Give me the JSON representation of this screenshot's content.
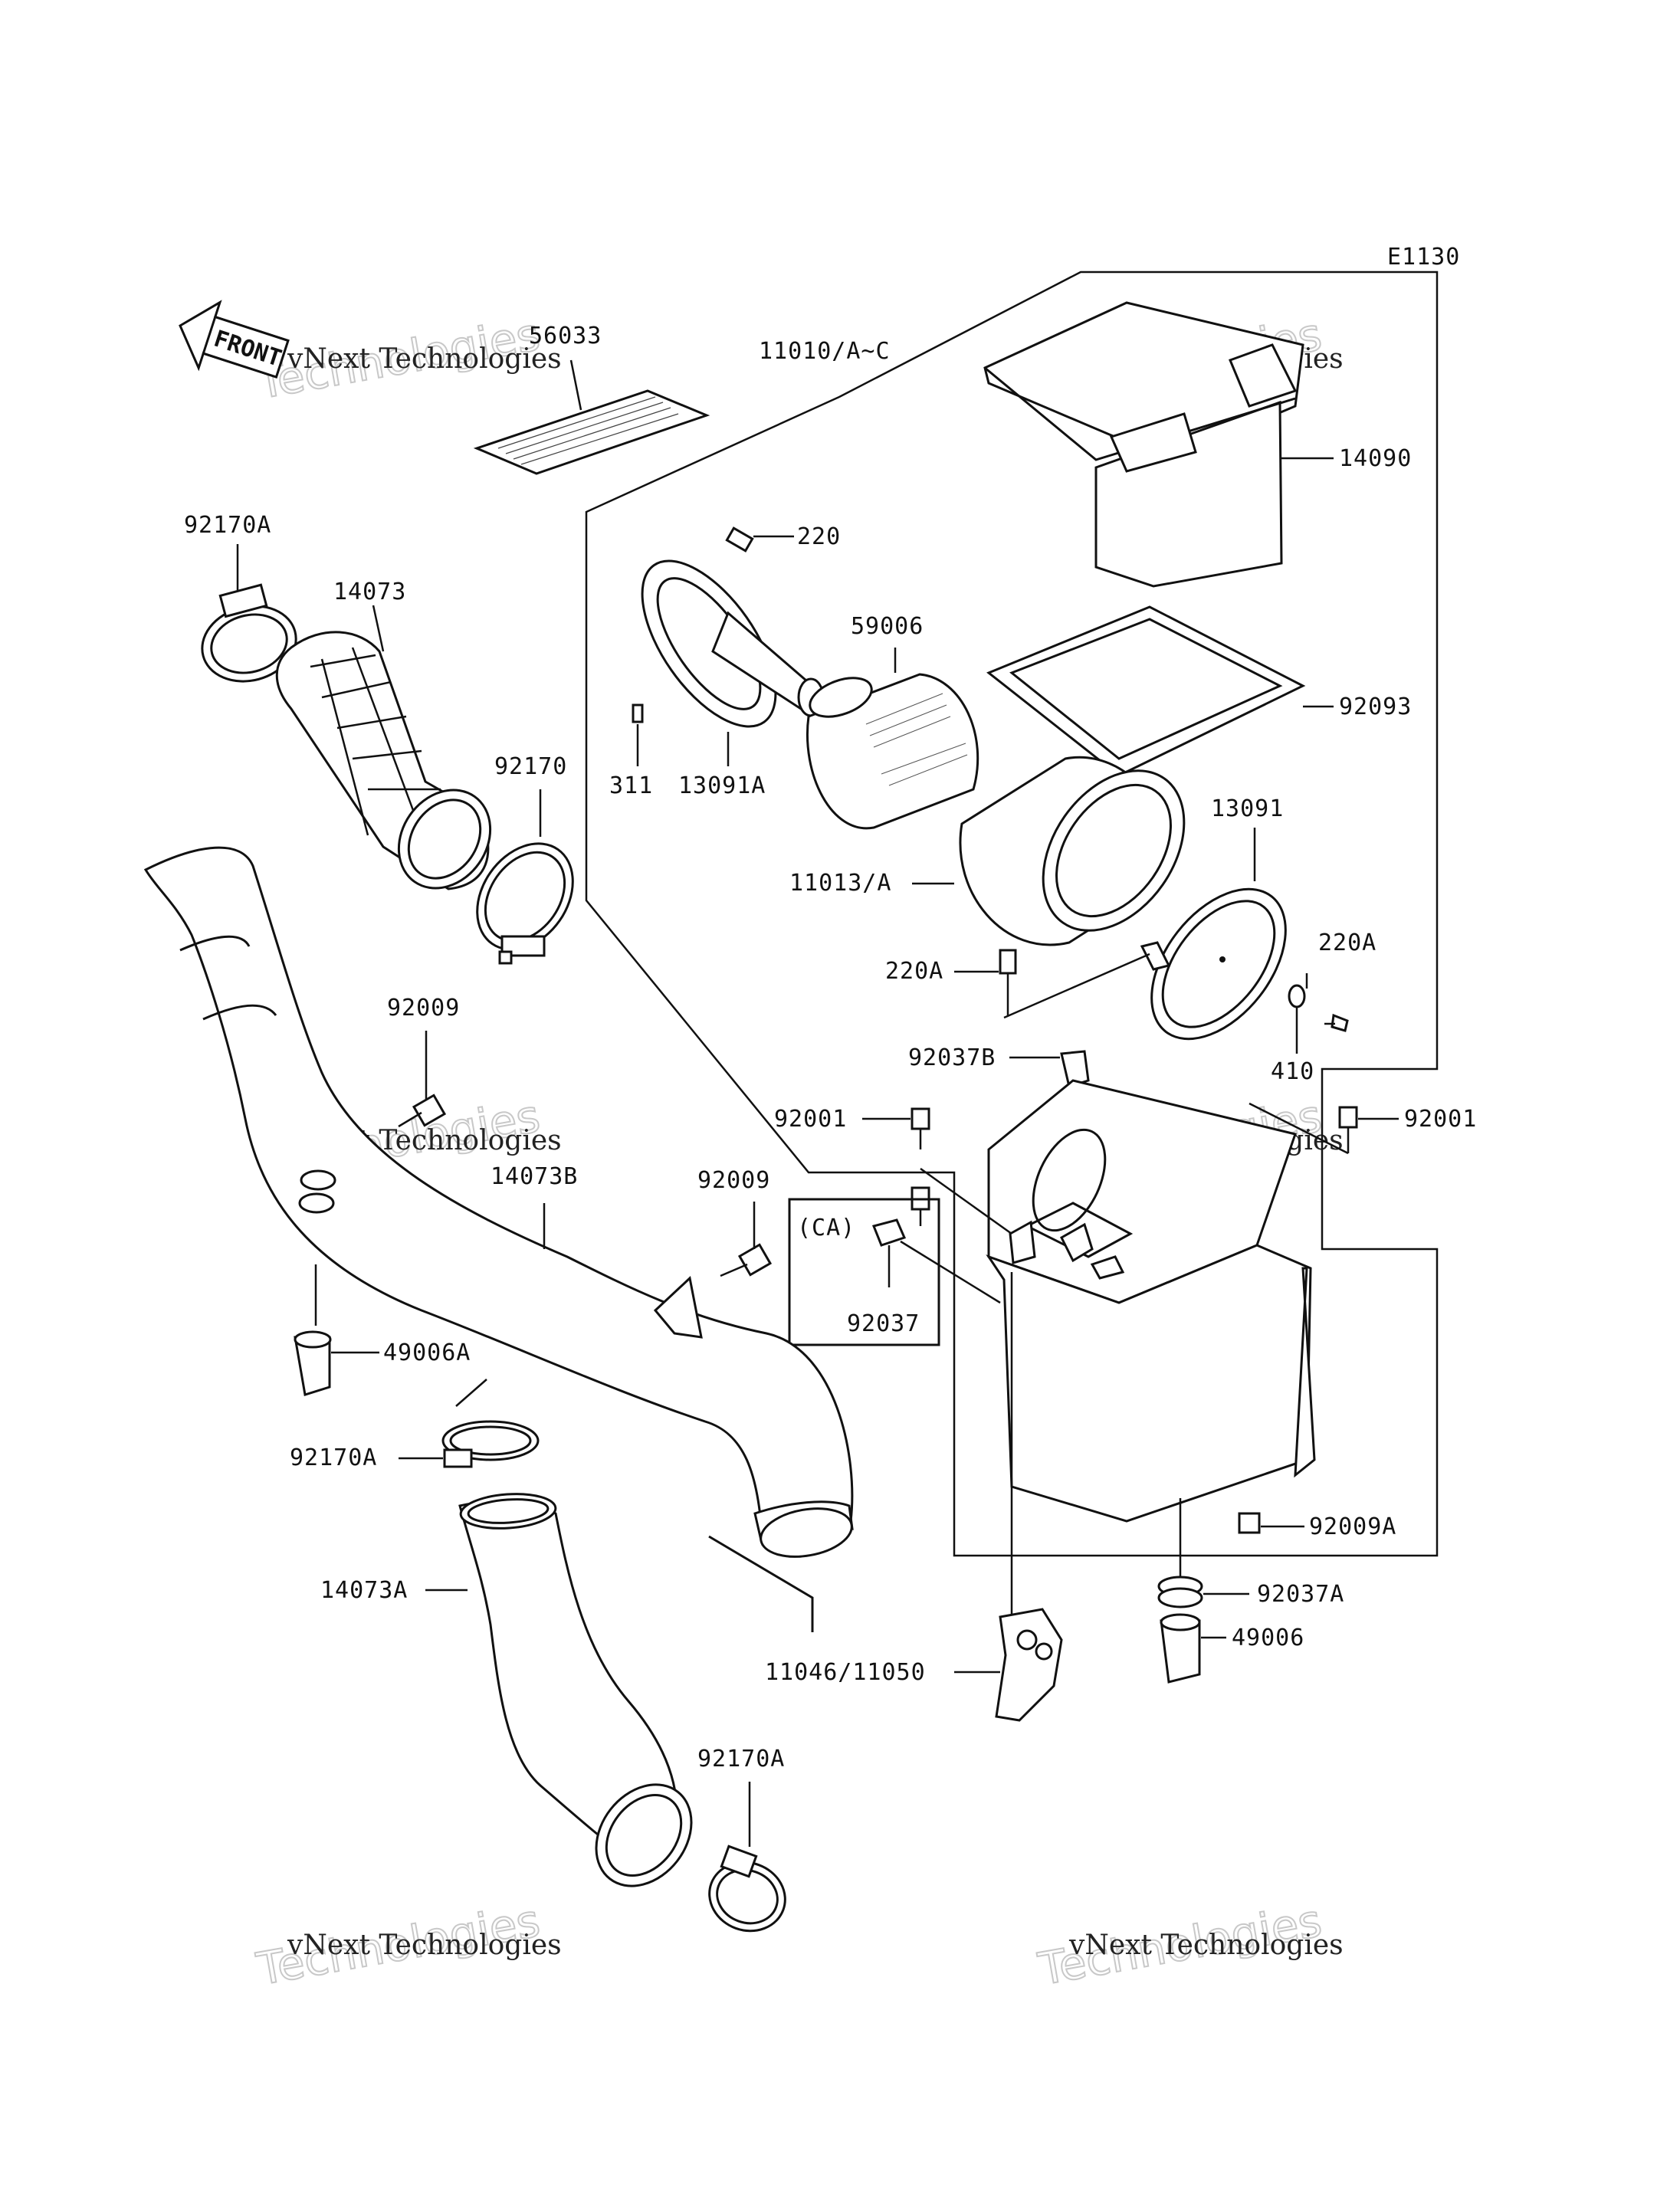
{
  "figure_code": "E1130",
  "front_arrow_label": "FRONT",
  "watermark": {
    "line1": "vNext Technologies",
    "line2": "Technologies",
    "line3": "vNext"
  },
  "parts": {
    "p56033": "56033",
    "p11010": "11010/A~C",
    "p14090": "14090",
    "p92170A_1": "92170A",
    "p14073": "14073",
    "p220": "220",
    "p59006": "59006",
    "p92093": "92093",
    "p311": "311",
    "p13091A": "13091A",
    "p92170": "92170",
    "p13091": "13091",
    "p11013": "11013/A",
    "p220A_1": "220A",
    "p220A_2": "220A",
    "p92009_1": "92009",
    "p410": "410",
    "p92037B": "92037B",
    "p92001_1": "92001",
    "p92001_2": "92001",
    "p14073B": "14073B",
    "p92009_2": "92009",
    "pCA": "(CA)",
    "p92037": "92037",
    "p49006A": "49006A",
    "p92170A_2": "92170A",
    "p92009A": "92009A",
    "p14073A": "14073A",
    "p92037A": "92037A",
    "p49006": "49006",
    "p11046": "11046/11050",
    "p92170A_3": "92170A"
  }
}
